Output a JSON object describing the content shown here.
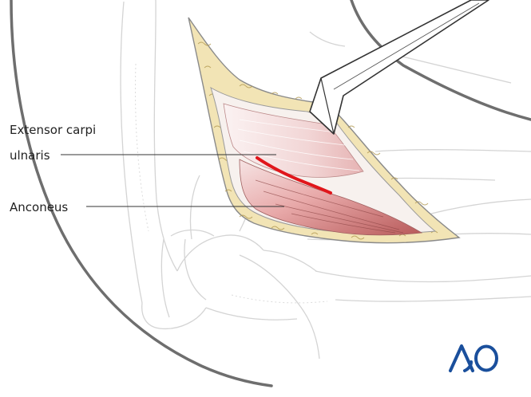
{
  "diagram": {
    "labels": {
      "extensor_line1": "Extensor carpi",
      "extensor_line2": "ulnaris",
      "anconeus": "Anconeus"
    },
    "logo": {
      "text": "AO",
      "color": "#1a4f9c"
    },
    "colors": {
      "outline": "#cfcfcf",
      "silhouette": "#6e6e6e",
      "fat": "#f2e4b5",
      "fat_edge": "#b39a52",
      "muscle_dark": "#c86e6e",
      "muscle_light": "#f3dada",
      "incision_mark": "#e0161b",
      "retractor": "#ffffff"
    }
  }
}
